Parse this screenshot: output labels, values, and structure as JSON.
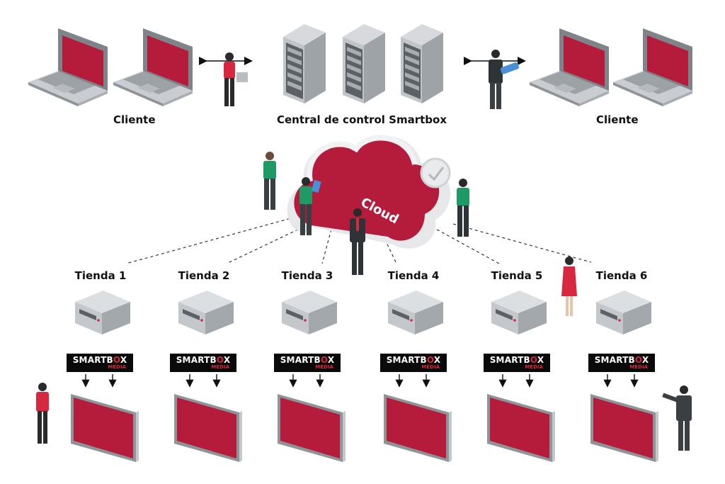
{
  "labels": {
    "client_left": "Cliente",
    "central": "Central de control Smartbox",
    "client_right": "Cliente",
    "cloud": "Cloud"
  },
  "stores": [
    {
      "label": "Tienda 1"
    },
    {
      "label": "Tienda 2"
    },
    {
      "label": "Tienda 3"
    },
    {
      "label": "Tienda 4"
    },
    {
      "label": "Tienda 5"
    },
    {
      "label": "Tienda 6"
    }
  ],
  "logo": {
    "word_a": "SMARTB",
    "word_o": "O",
    "word_b": "X",
    "sub": "MEDIA"
  },
  "colors": {
    "screen": "#b51b3a",
    "cloud": "#b51b3a",
    "device": "#c7cbcf",
    "logo_bg": "#0a0a0a",
    "accent": "#d8283f"
  }
}
